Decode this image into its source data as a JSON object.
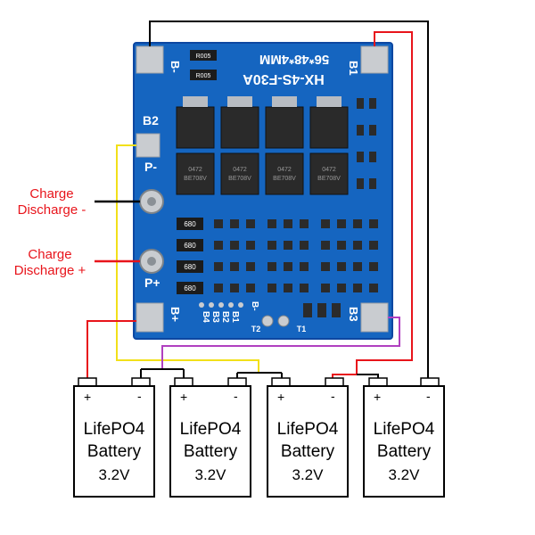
{
  "board": {
    "model": "HX-4S-F30A",
    "size": "56*48*4MM",
    "colors": {
      "pcb": "#1565c0",
      "pcb_edge": "#0d47a1",
      "silk": "#ffffff",
      "pad": "#c9ccd0"
    },
    "pads": {
      "b_minus": "B-",
      "b1": "B1",
      "b2": "B2",
      "p_minus": "P-",
      "p_plus": "P+",
      "b_plus": "B+",
      "b3": "B3"
    },
    "header_labels": [
      "B4",
      "B3",
      "B2",
      "B1",
      "B-"
    ],
    "thermistors": [
      "T2",
      "T1"
    ],
    "shunts": [
      "R005",
      "R005"
    ],
    "resistors": [
      "680",
      "680",
      "680",
      "680"
    ],
    "mosfet_marks": [
      "0472",
      "BE708V"
    ]
  },
  "annotations": {
    "charge_minus_line1": "Charge",
    "charge_minus_line2": "Discharge -",
    "charge_plus_line1": "Charge",
    "charge_plus_line2": "Discharge +"
  },
  "wire_colors": {
    "red": "#e8141b",
    "black": "#000000",
    "yellow": "#f2e01a",
    "purple": "#b040c0"
  },
  "batteries": [
    {
      "line1": "LifePO4",
      "line2": "Battery",
      "voltage": "3.2V",
      "plus": "+",
      "minus": "-"
    },
    {
      "line1": "LifePO4",
      "line2": "Battery",
      "voltage": "3.2V",
      "plus": "+",
      "minus": "-"
    },
    {
      "line1": "LifePO4",
      "line2": "Battery",
      "voltage": "3.2V",
      "plus": "+",
      "minus": "-"
    },
    {
      "line1": "LifePO4",
      "line2": "Battery",
      "voltage": "3.2V",
      "plus": "+",
      "minus": "-"
    }
  ]
}
